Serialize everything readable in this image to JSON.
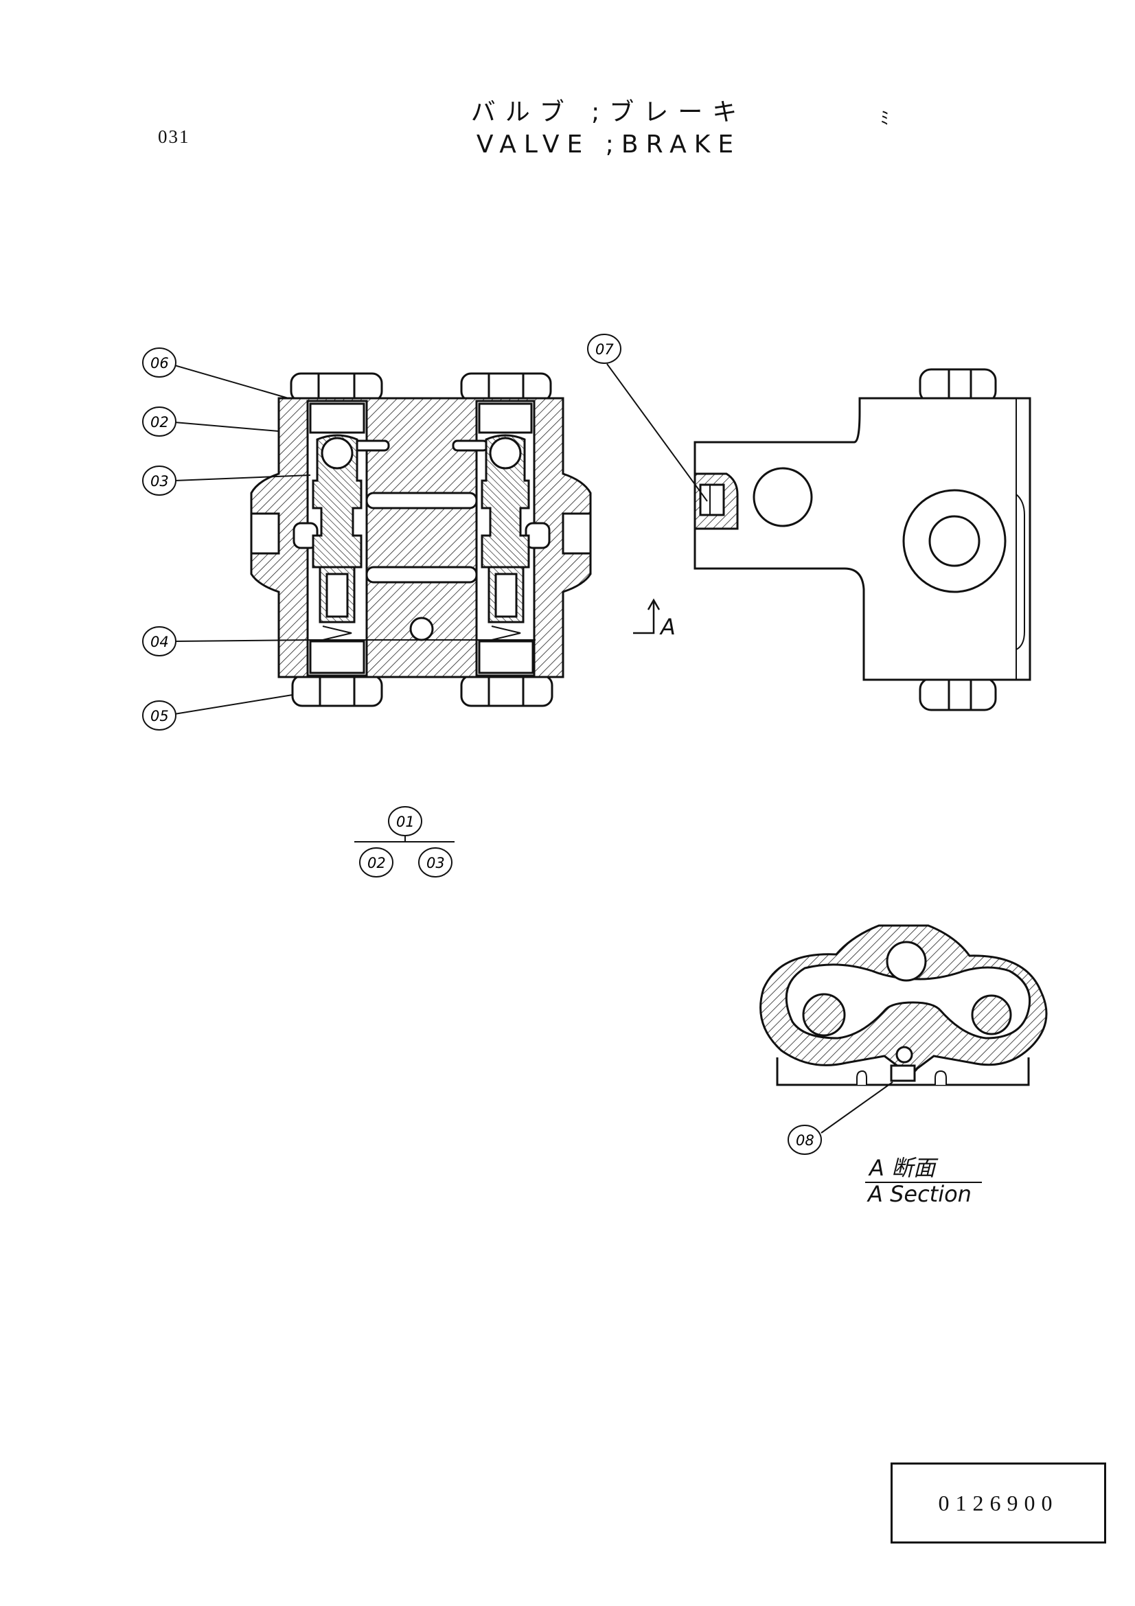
{
  "page_number": "031",
  "title": {
    "japanese": "バルブ ;ブレーキ",
    "english": "VALVE ;BRAKE"
  },
  "corner_mark": "ﾐ",
  "callouts": {
    "c01": "01",
    "c02": "02",
    "c03": "03",
    "c04": "04",
    "c05": "05",
    "c06": "06",
    "c07": "07",
    "c08": "08"
  },
  "assembly_tree": {
    "parent": "01",
    "children": [
      "02",
      "03"
    ]
  },
  "section_marker": "A",
  "section_label": {
    "japanese": "A 断面",
    "english": "A Section"
  },
  "document_number": "0126900"
}
